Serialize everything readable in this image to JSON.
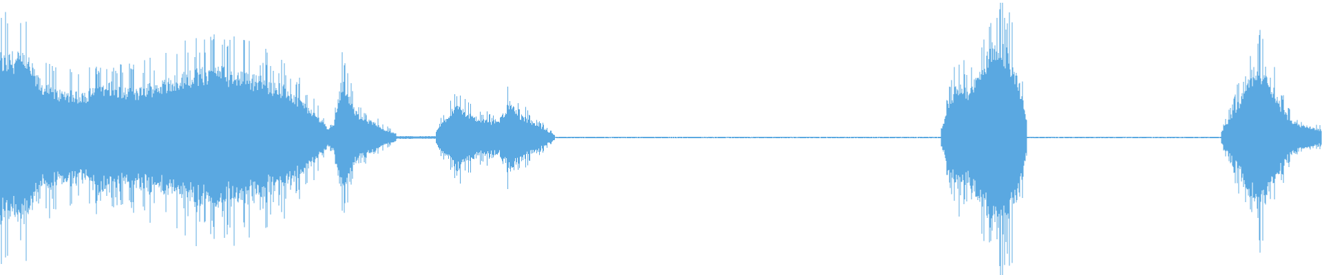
{
  "waveform": {
    "color": "#5aa8e1",
    "background": "#ffffff",
    "segments": [
      {
        "start": 0.0,
        "end": 0.247,
        "envelope": [
          0.62,
          0.64,
          0.62,
          0.42,
          0.36,
          0.35,
          0.33,
          0.38,
          0.42,
          0.37,
          0.36,
          0.4,
          0.43,
          0.47,
          0.5,
          0.52,
          0.55,
          0.5,
          0.48,
          0.46,
          0.42,
          0.38,
          0.3,
          0.2,
          0.1
        ]
      },
      {
        "start": 0.247,
        "end": 0.3,
        "envelope": [
          0.06,
          0.12,
          0.45,
          0.3,
          0.18,
          0.14,
          0.12,
          0.08,
          0.05,
          0.03
        ]
      },
      {
        "start": 0.3,
        "end": 0.33,
        "envelope": [
          0.01,
          0.01,
          0.01
        ]
      },
      {
        "start": 0.33,
        "end": 0.42,
        "envelope": [
          0.05,
          0.15,
          0.24,
          0.22,
          0.16,
          0.14,
          0.12,
          0.15,
          0.27,
          0.18,
          0.14,
          0.1,
          0.06,
          0.02
        ]
      },
      {
        "start": 0.42,
        "end": 0.712,
        "envelope": [
          0.005,
          0.005,
          0.005
        ]
      },
      {
        "start": 0.712,
        "end": 0.777,
        "envelope": [
          0.05,
          0.3,
          0.42,
          0.36,
          0.45,
          0.6,
          0.72,
          0.75,
          0.62,
          0.45,
          0.12
        ]
      },
      {
        "start": 0.777,
        "end": 0.924,
        "envelope": [
          0.005,
          0.005,
          0.005
        ]
      },
      {
        "start": 0.924,
        "end": 1.0,
        "envelope": [
          0.05,
          0.2,
          0.35,
          0.55,
          0.52,
          0.3,
          0.15,
          0.1,
          0.08,
          0.06
        ]
      }
    ]
  }
}
